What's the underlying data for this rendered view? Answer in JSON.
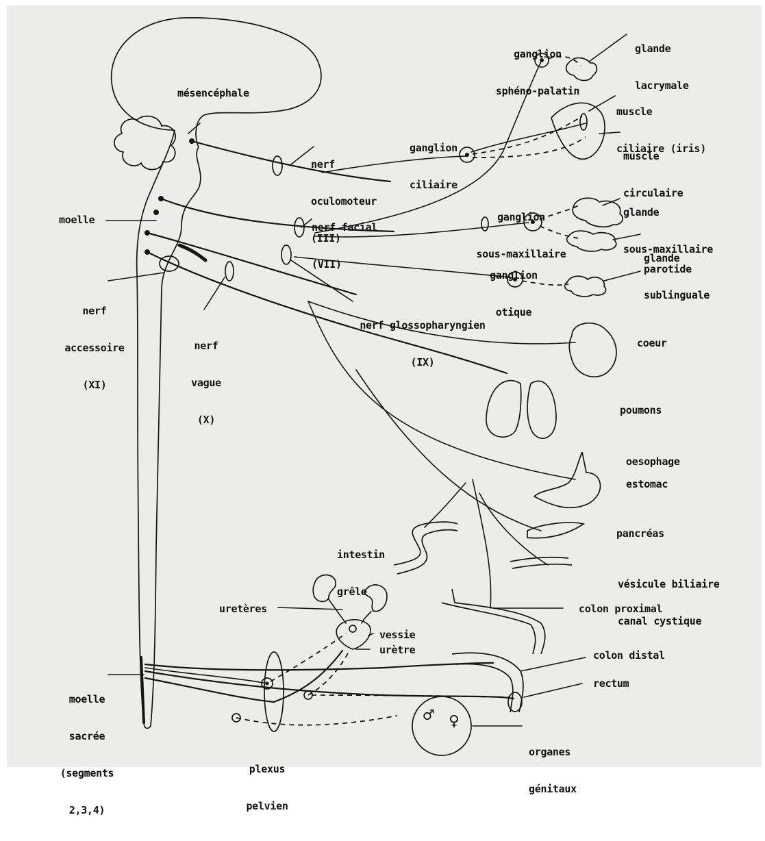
{
  "colors": {
    "paper": "#ececea",
    "ink": "#151515"
  },
  "labels": {
    "mesencephale": "mésencéphale",
    "ganglion_spheno_1": "ganglion",
    "ganglion_spheno_2": "sphéno-palatin",
    "glande_lacrymale_1": "glande",
    "glande_lacrymale_2": "lacrymale",
    "muscle_ciliaire_1": "muscle",
    "muscle_ciliaire_2": "ciliaire (iris)",
    "muscle_circulaire_1": "muscle",
    "muscle_circulaire_2": "circulaire",
    "ganglion_ciliaire_1": "ganglion",
    "ganglion_ciliaire_2": "ciliaire",
    "nerf_oculomoteur_1": "nerf",
    "nerf_oculomoteur_2": "oculomoteur",
    "nerf_oculomoteur_3": "(III)",
    "ganglion_sousmax_1": "ganglion",
    "ganglion_sousmax_2": "sous-maxillaire",
    "glande_sousmax_1": "glande",
    "glande_sousmax_2": "sous-maxillaire",
    "glande_subling_1": "glande",
    "glande_subling_2": "sublinguale",
    "nerf_facial_1": "nerf facial",
    "nerf_facial_2": "(VII)",
    "moelle": "moelle",
    "ganglion_otique_1": "ganglion",
    "ganglion_otique_2": "otique",
    "parotide": "parotide",
    "nerf_accessoire_1": "nerf",
    "nerf_accessoire_2": "accessoire",
    "nerf_accessoire_3": "(XI)",
    "nerf_glosso_1": "nerf glossopharyngien",
    "nerf_glosso_2": "(IX)",
    "nerf_vague_1": "nerf",
    "nerf_vague_2": "vague",
    "nerf_vague_3": "(X)",
    "coeur": "coeur",
    "poumons": "poumons",
    "oesophage": "oesophage",
    "estomac": "estomac",
    "intestin_1": "intestin",
    "intestin_2": "grêle",
    "pancreas": "pancréas",
    "vesicule_1": "vésicule biliaire",
    "vesicule_2": "canal cystique",
    "ureteres": "uretères",
    "vessie": "vessie",
    "uretre": "urètre",
    "colon_proximal": "colon proximal",
    "colon_distal": "colon distal",
    "rectum": "rectum",
    "moelle_sacree_1": "moelle",
    "moelle_sacree_2": "sacrée",
    "moelle_sacree_3": "(segments",
    "moelle_sacree_4": "2,3,4)",
    "plexus_1": "plexus",
    "plexus_2": "pelvien",
    "organes_1": "organes",
    "organes_2": "génitaux"
  }
}
